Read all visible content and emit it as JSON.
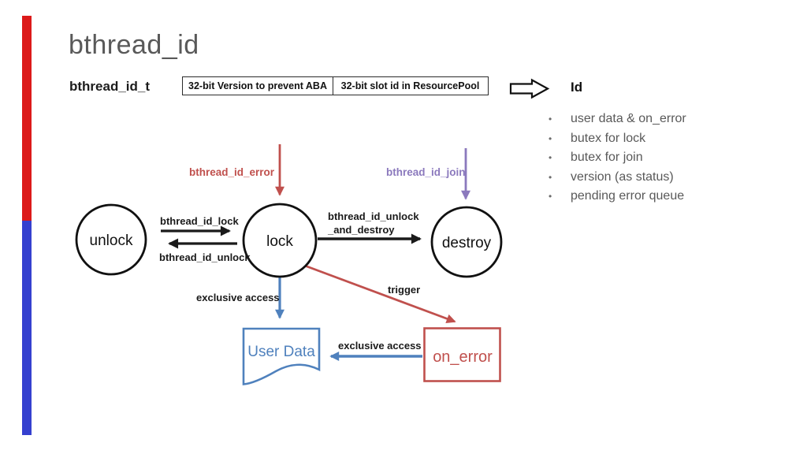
{
  "slide": {
    "title": "bthread_id",
    "accent_colors": {
      "bar_red": "#dc1a1a",
      "bar_blue": "#3540cf"
    }
  },
  "struct_row": {
    "label": "bthread_id_t",
    "fields": [
      "32-bit Version to prevent ABA",
      "32-bit slot id in ResourcePool"
    ]
  },
  "id_panel": {
    "heading": "Id",
    "bullets": [
      "user data & on_error",
      "butex for lock",
      "butex for join",
      "version (as status)",
      "pending error queue"
    ]
  },
  "diagram": {
    "nodes": [
      {
        "label": "unlock"
      },
      {
        "label": "lock"
      },
      {
        "label": "destroy"
      }
    ],
    "edge_labels": {
      "error": "bthread_id_error",
      "join": "bthread_id_join",
      "lock": "bthread_id_lock",
      "unlock": "bthread_id_unlock",
      "destroy_line1": "bthread_id_unlock",
      "destroy_line2": "_and_destroy",
      "exclusive_access_left": "exclusive access",
      "exclusive_access_right": "exclusive access",
      "trigger": "trigger"
    },
    "boxes": {
      "user_data": "User Data",
      "on_error": "on_error"
    },
    "colors": {
      "transition_red": "#c0504d",
      "transition_purple": "#8b79bd",
      "access_blue": "#4f81bd",
      "line_black": "#1a1a1a"
    }
  }
}
